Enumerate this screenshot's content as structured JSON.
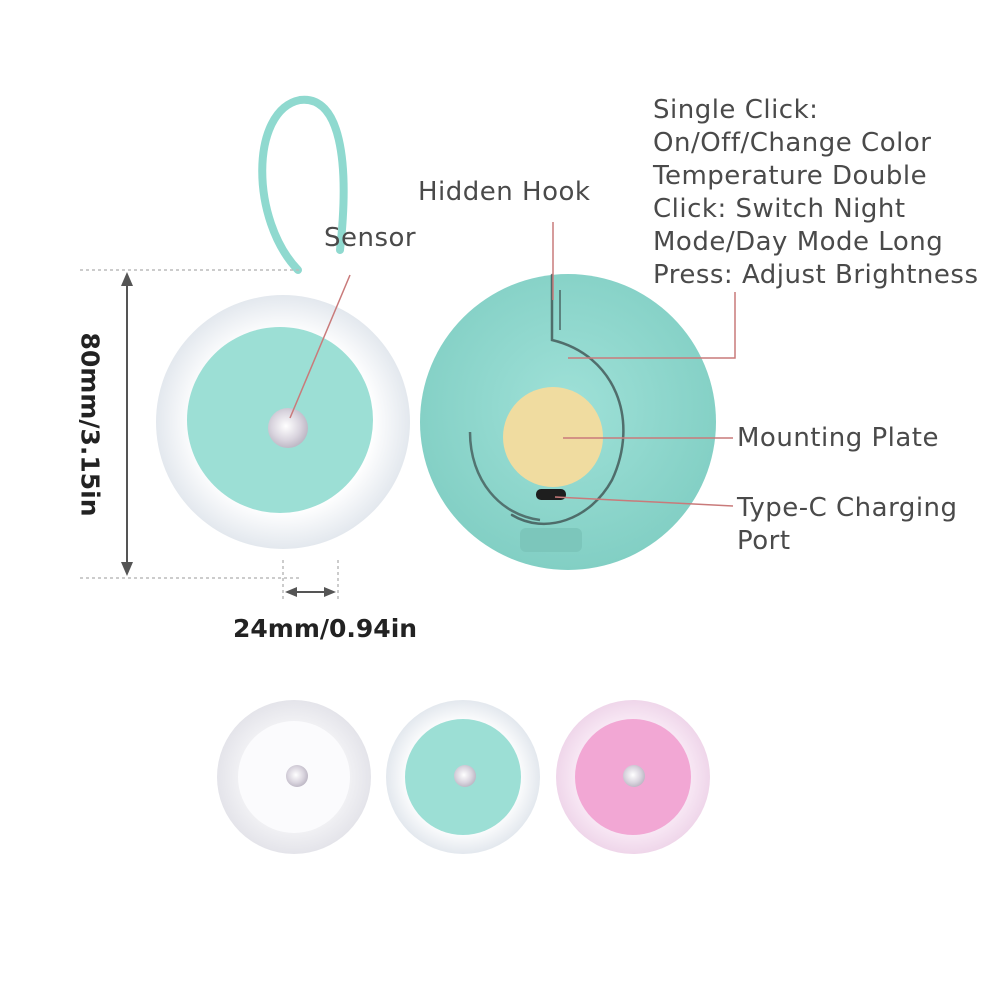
{
  "labels": {
    "instructions": "Single Click:\nOn/Off/Change Color\nTemperature Double\nClick: Switch Night\nMode/Day Mode Long\nPress: Adjust Brightness",
    "hidden_hook": "Hidden Hook",
    "sensor": "Sensor",
    "mounting_plate": "Mounting Plate",
    "charging_port": "Type-C Charging\nPort"
  },
  "dimensions": {
    "height": "80mm/3.15in",
    "thickness": "24mm/0.94in"
  },
  "colors": {
    "accent_teal": "#8fd9cf",
    "body_white": "#f4f6f8",
    "mounting_plate": "#f0dca0",
    "pink": "#f2a7d4",
    "callout_line": "#c97a7a"
  },
  "variants": [
    {
      "color": "white"
    },
    {
      "color": "teal"
    },
    {
      "color": "pink"
    }
  ]
}
